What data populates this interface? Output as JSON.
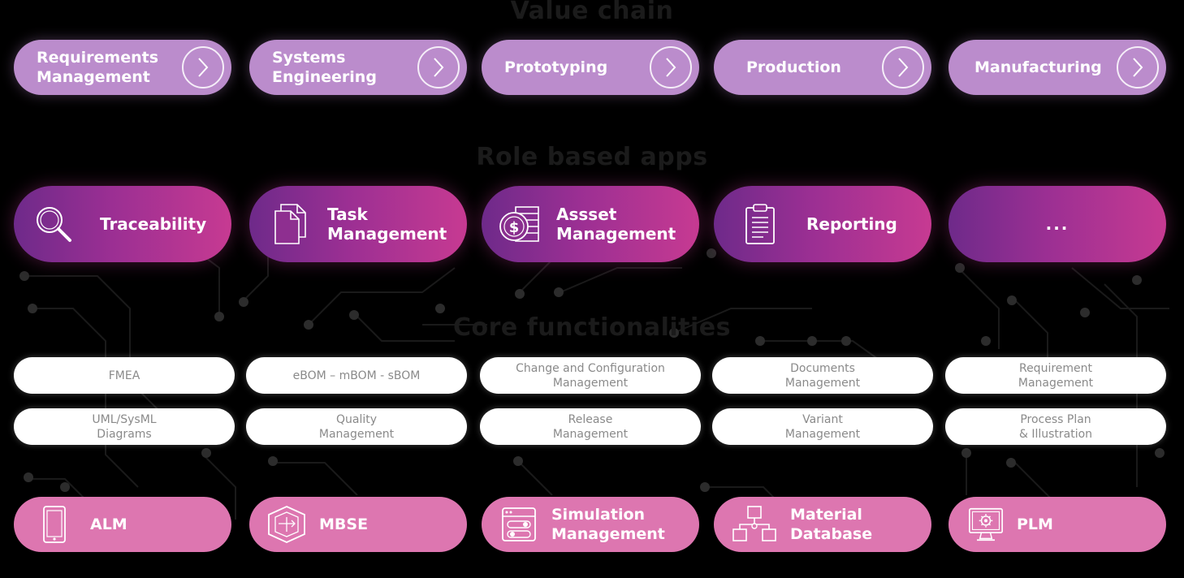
{
  "colors": {
    "background": "#000000",
    "value_chain_pill": "#bb8ccc",
    "role_gradient_start": "#6e2a8a",
    "role_gradient_end": "#c73a92",
    "core_pill": "#ffffff",
    "core_text": "#8a8a8a",
    "bottom_pill": "#dd76b0",
    "section_title": "#1b1b1b"
  },
  "sections": {
    "value_chain": "Value chain",
    "role_based_apps": "Role based apps",
    "core_functionalities": "Core functionalities"
  },
  "value_chain": [
    {
      "label": "Requirements\nManagement",
      "icon": "chevron-right-icon"
    },
    {
      "label": "Systems\nEngineering",
      "icon": "chevron-right-icon"
    },
    {
      "label": "Prototyping",
      "icon": "chevron-right-icon"
    },
    {
      "label": "Production",
      "icon": "chevron-right-icon"
    },
    {
      "label": "Manufacturing",
      "icon": "chevron-right-icon"
    }
  ],
  "role_apps": [
    {
      "label": "Traceability",
      "icon": "magnifier-icon"
    },
    {
      "label": "Task\nManagement",
      "icon": "documents-icon"
    },
    {
      "label": "Assset\nManagement",
      "icon": "coin-stack-icon"
    },
    {
      "label": "Reporting",
      "icon": "clipboard-icon"
    },
    {
      "label": "...",
      "icon": ""
    }
  ],
  "core_row1": [
    "FMEA",
    "eBOM – mBOM - sBOM",
    "Change and Configuration\nManagement",
    "Documents\nManagement",
    "Requirement\nManagement"
  ],
  "core_row2": [
    "UML/SysML\nDiagrams",
    "Quality\nManagement",
    "Release\nManagement",
    "Variant\nManagement",
    "Process Plan\n& Illustration"
  ],
  "bottom": [
    {
      "label": "ALM",
      "icon": "tablet-icon"
    },
    {
      "label": "MBSE",
      "icon": "cube-icon"
    },
    {
      "label": "Simulation\nManagement",
      "icon": "toggle-panel-icon"
    },
    {
      "label": "Material\nDatabase",
      "icon": "network-diagram-icon"
    },
    {
      "label": "PLM",
      "icon": "monitor-gear-icon"
    }
  ]
}
